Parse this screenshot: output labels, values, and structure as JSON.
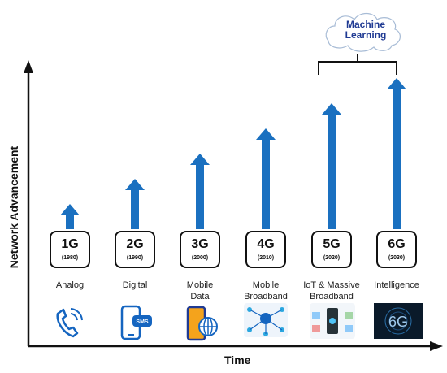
{
  "axes": {
    "y_label": "Network Advancement",
    "x_label": "Time"
  },
  "machine_learning": {
    "line1": "Machine",
    "line2": "Learning",
    "icon": "brain-cloud-icon"
  },
  "generations": [
    {
      "name": "1G",
      "year": "(1980)",
      "label": "Analog",
      "icon": "phone-icon",
      "arrow_level": 1
    },
    {
      "name": "2G",
      "year": "(1990)",
      "label": "Digital",
      "icon": "sms-phone-icon",
      "arrow_level": 2
    },
    {
      "name": "3G",
      "year": "(2000)",
      "label": "Mobile\nData",
      "icon": "mobile-globe-icon",
      "arrow_level": 3
    },
    {
      "name": "4G",
      "year": "(2010)",
      "label": "Mobile\nBroadband",
      "icon": "broadband-network-icon",
      "arrow_level": 4
    },
    {
      "name": "5G",
      "year": "(2020)",
      "label": "IoT & Massive\nBroadband",
      "icon": "iot-devices-icon",
      "arrow_level": 5
    },
    {
      "name": "6G",
      "year": "(2030)",
      "label": "Intelligence",
      "icon": "6g-intelligence-icon",
      "icon_text": "6G",
      "arrow_level": 6
    }
  ],
  "colors": {
    "arrow": "#1a70c0",
    "axis": "#111111",
    "ml_text": "#1f3a93",
    "icon_blue": "#1565c0",
    "icon_dark": "#0a1a2a"
  }
}
